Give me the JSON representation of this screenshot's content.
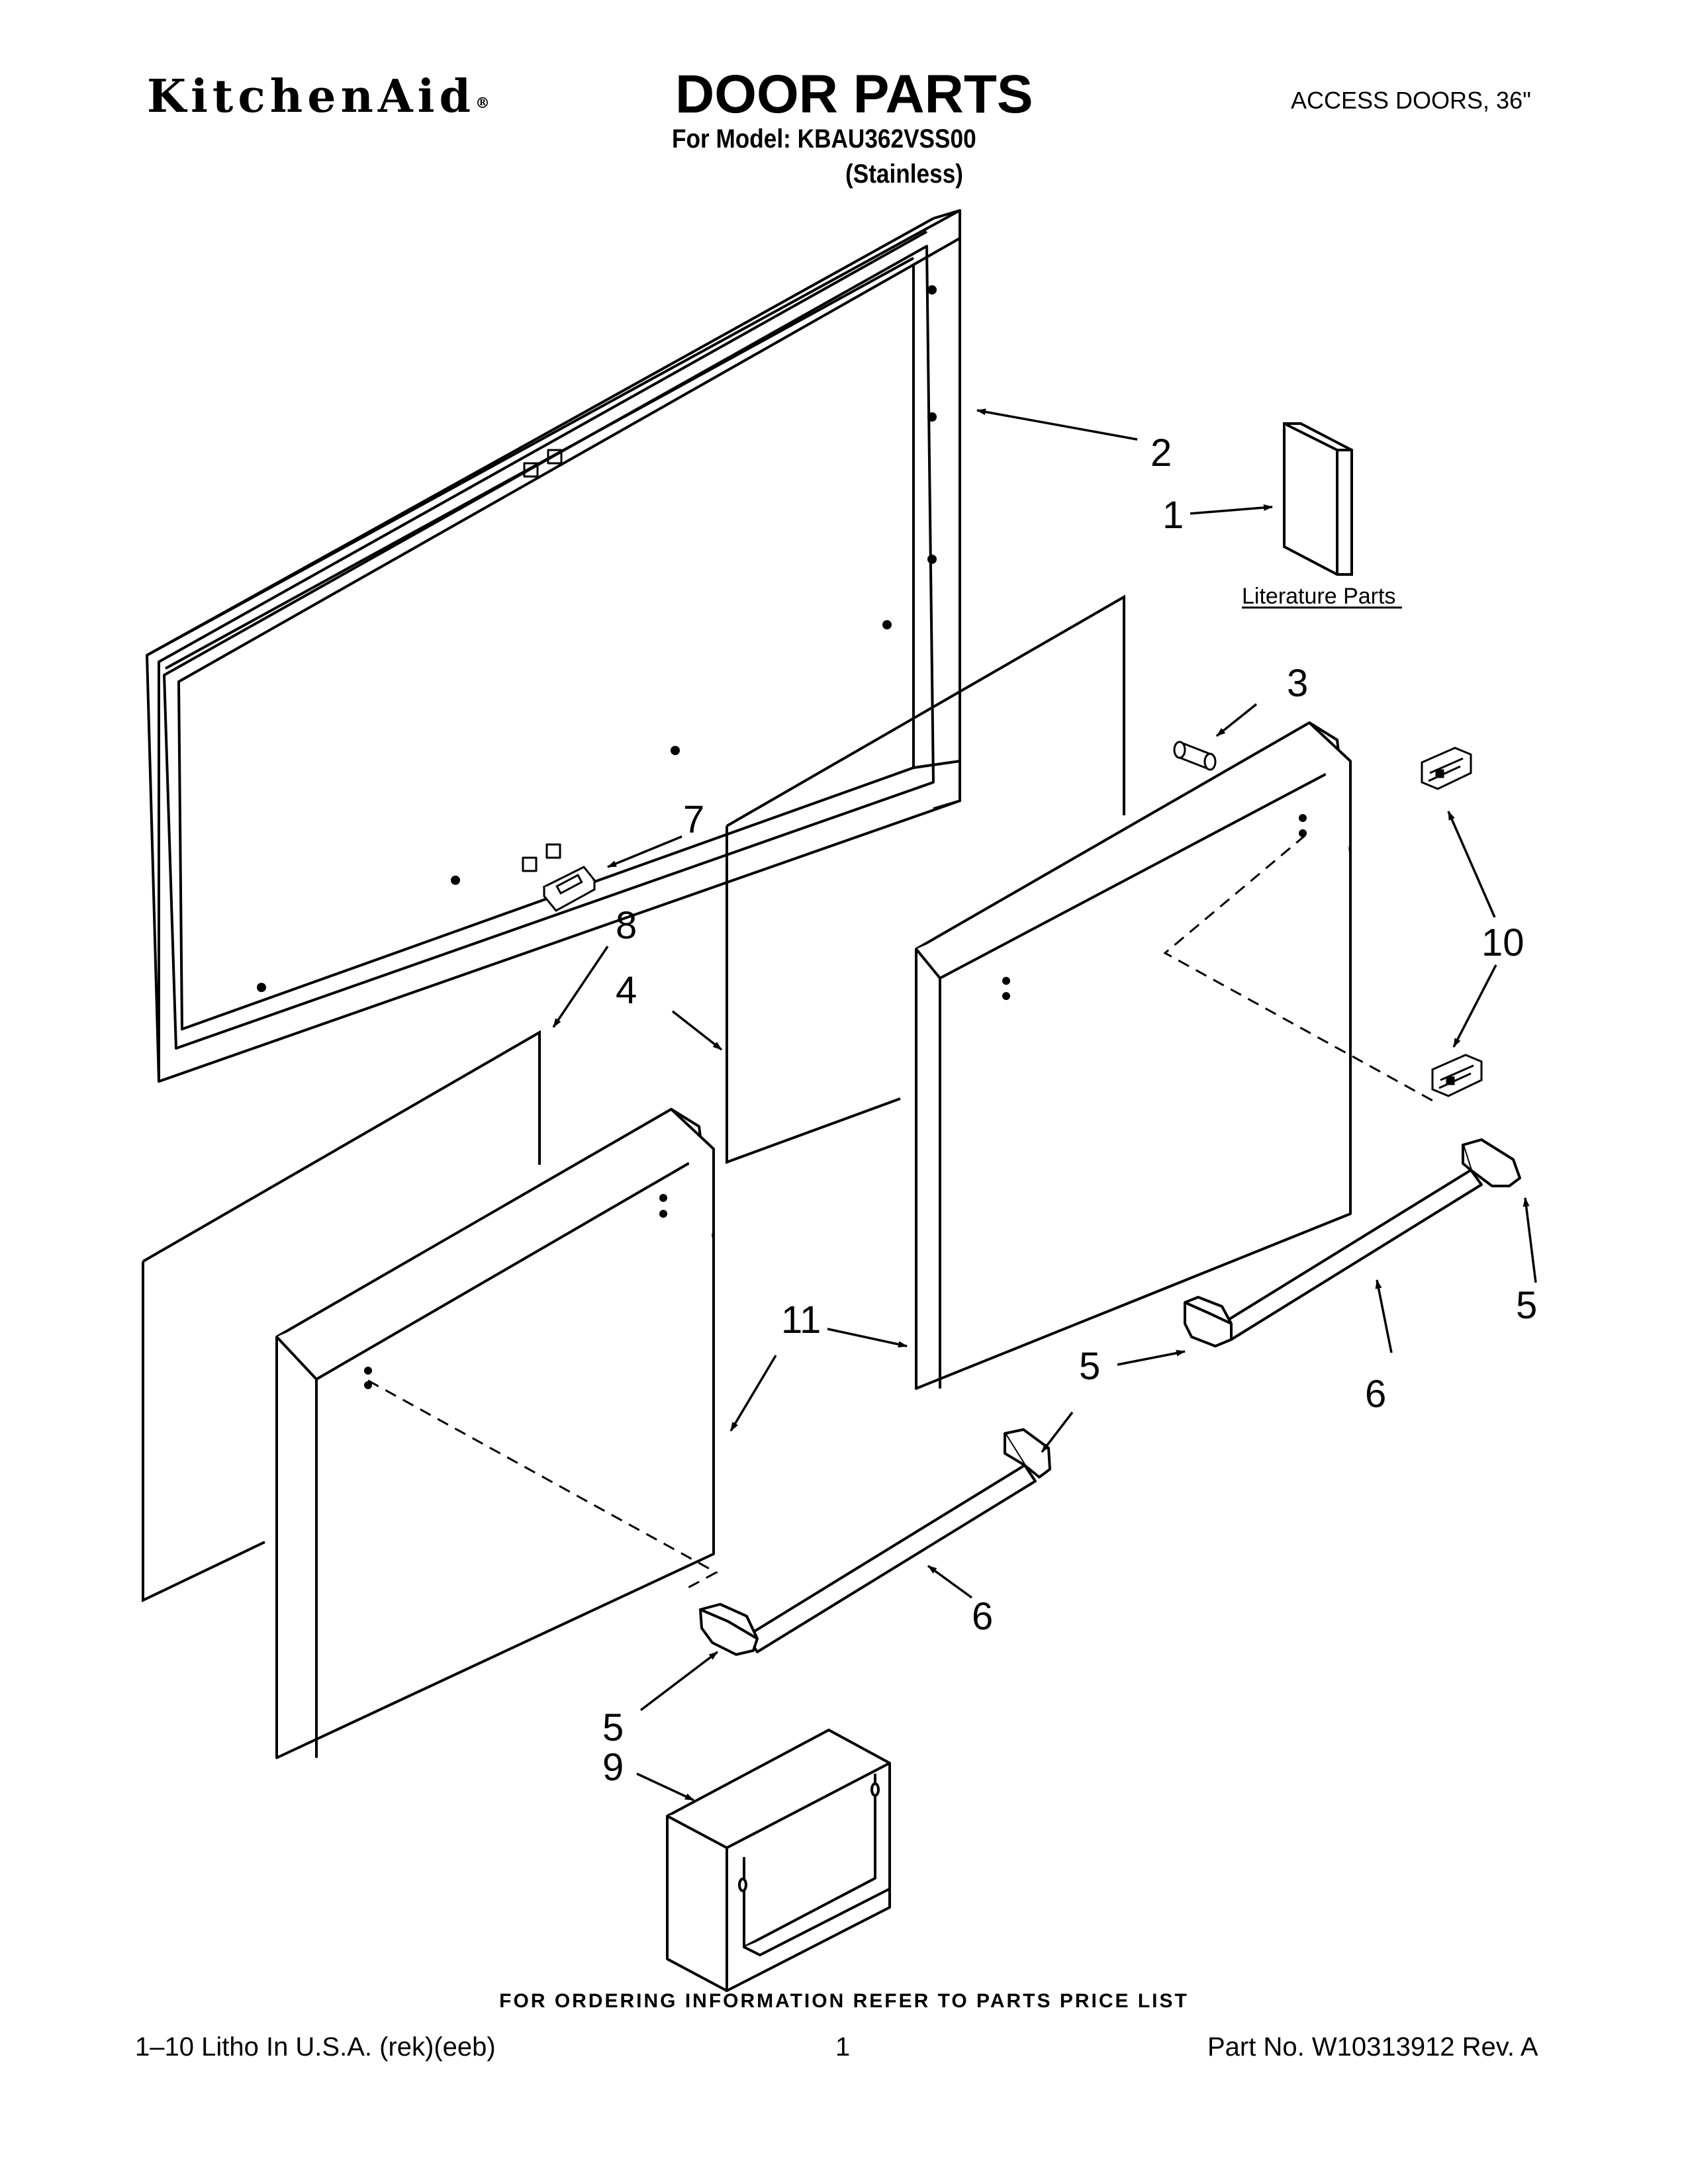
{
  "header": {
    "brand": "KitchenAid",
    "brand_mark": "®",
    "title": "DOOR PARTS",
    "model_line": "For Model: KBAU362VSS00",
    "variant": "(Stainless)",
    "section": "ACCESS DOORS, 36\""
  },
  "diagram": {
    "literature_label": "Literature Parts",
    "callouts": {
      "c1": "1",
      "c2": "2",
      "c3": "3",
      "c4": "4",
      "c5a": "5",
      "c5b": "5",
      "c5c": "5",
      "c6a": "6",
      "c6b": "6",
      "c7": "7",
      "c8": "8",
      "c9": "9",
      "c10": "10",
      "c11": "11"
    }
  },
  "footer": {
    "ordering_note": "FOR ORDERING INFORMATION REFER TO PARTS PRICE LIST",
    "litho": "1–10 Litho In U.S.A. (rek)(eeb)",
    "page": "1",
    "part_no": "Part No. W10313912 Rev. A"
  }
}
